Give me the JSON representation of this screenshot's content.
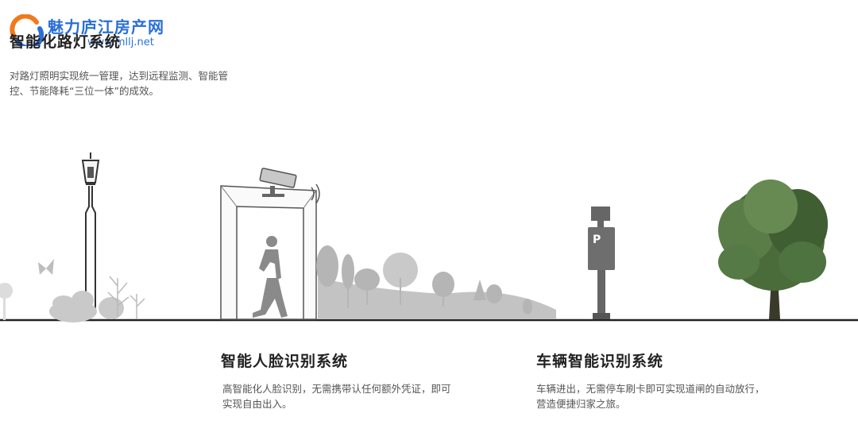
{
  "watermark": {
    "title": "魅力庐江房产网",
    "url": "www.mllj.net",
    "brand_color": "#2a6fd6",
    "accent_color": "#f07a1a"
  },
  "sections": {
    "streetlight": {
      "title": "智能化路灯系统",
      "desc": "对路灯照明实现统一管理，达到远程监测、智能管控、节能降耗“三位一体”的成效。"
    },
    "face": {
      "title": "智能人脸识别系统",
      "desc": "高智能化人脸识别，无需携带认任何额外凭证，即可实现自由出入。"
    },
    "vehicle": {
      "title": "车辆智能识别系统",
      "desc": "车辆进出，无需停车刷卡即可实现道闸的自动放行，营造便捷归家之旅。"
    }
  },
  "scene": {
    "parking_sign": "P",
    "icons": [
      "street-lamp-icon",
      "butterfly-icon",
      "security-camera-icon",
      "walking-person-icon",
      "parking-meter-icon",
      "tree-icon"
    ]
  }
}
